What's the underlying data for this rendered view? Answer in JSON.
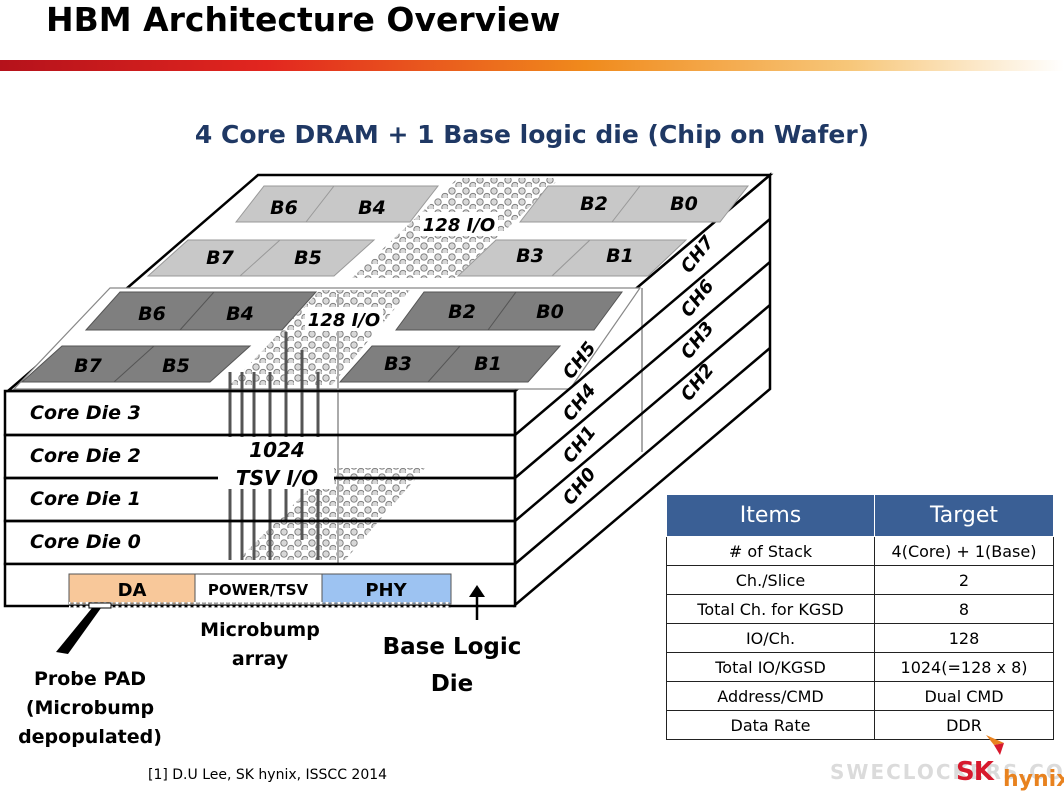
{
  "slide": {
    "title": "HBM Architecture Overview",
    "subtitle": "4 Core DRAM + 1 Base logic die (Chip on Wafer)",
    "footnote": "[1] D.U Lee, SK hynix, ISSCC 2014",
    "watermark": "SWECLOCKERS.COM"
  },
  "diagram": {
    "top_die_banks_back": [
      "B6",
      "B4",
      "B2",
      "B0"
    ],
    "top_die_banks_front": [
      "B7",
      "B5",
      "B3",
      "B1"
    ],
    "second_die_banks_back": [
      "B6",
      "B4",
      "B2",
      "B0"
    ],
    "second_die_banks_front": [
      "B7",
      "B5",
      "B3",
      "B1"
    ],
    "io_label": "128 I/O",
    "core_dies": [
      "Core Die 3",
      "Core Die 2",
      "Core Die 1",
      "Core Die 0"
    ],
    "tsv_label_line1": "1024",
    "tsv_label_line2": "TSV I/O",
    "channels_front": [
      "CH5",
      "CH4",
      "CH1",
      "CH0"
    ],
    "channels_back": [
      "CH7",
      "CH6",
      "CH3",
      "CH2"
    ],
    "base_blocks": [
      "DA",
      "POWER/TSV",
      "PHY"
    ],
    "microbump_label_line1": "Microbump",
    "microbump_label_line2": "array",
    "base_logic_line1": "Base Logic",
    "base_logic_line2": "Die",
    "probe_line1": "Probe PAD",
    "probe_line2": "(Microbump",
    "probe_line3": "depopulated)",
    "colors": {
      "bank_light": "#c8c8c8",
      "bank_dark": "#7f7f7f",
      "da": "#f8c89a",
      "phy": "#9dc3f2",
      "table_header": "#3a5f95",
      "title_bar": "#e2261f"
    }
  },
  "spec_table": {
    "headers": [
      "Items",
      "Target"
    ],
    "rows": [
      [
        "# of Stack",
        "4(Core) + 1(Base)"
      ],
      [
        "Ch./Slice",
        "2"
      ],
      [
        "Total Ch. for KGSD",
        "8"
      ],
      [
        "IO/Ch.",
        "128"
      ],
      [
        "Total IO/KGSD",
        "1024(=128 x 8)"
      ],
      [
        "Address/CMD",
        "Dual CMD"
      ],
      [
        "Data Rate",
        "DDR"
      ]
    ]
  },
  "logo": {
    "sk": "SK",
    "hynix": "hynix"
  }
}
